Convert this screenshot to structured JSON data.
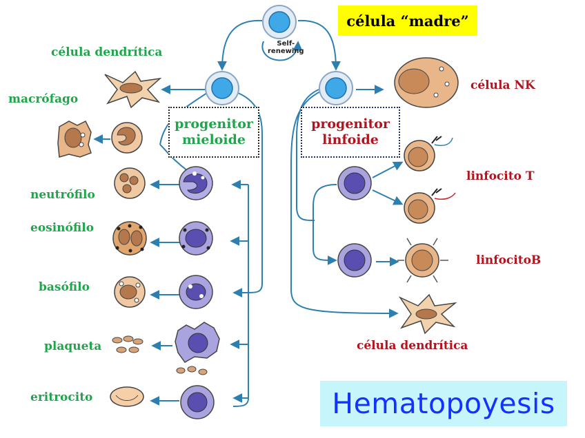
{
  "title": "célula “madre”",
  "self_renewing": [
    "Self-",
    "renewing"
  ],
  "myeloid_box": [
    "progenitor",
    "mieloide"
  ],
  "lymphoid_box": [
    "progenitor",
    "linfoide"
  ],
  "footer_title": "Hematopoyesis",
  "left_labels": {
    "dendritic": "célula dendrítica",
    "macrophage": "macrófago",
    "neutrophil": "neutrófilo",
    "eosinophil": "eosinófilo",
    "basophil": "basófilo",
    "platelet": "plaqueta",
    "erythrocyte": "eritrocito"
  },
  "right_labels": {
    "nk": "célula NK",
    "t_cell": "linfocito T",
    "b_cell": "linfocitoB",
    "dendritic": "célula dendrítica"
  },
  "colors": {
    "green_text": "#1fa64b",
    "red_text": "#b0141e",
    "arrow": "#2d7fb0",
    "stem_cell": "#3fa9e8",
    "progenitor_purple": "#5a4fb0",
    "mature_tan": "#e9b68a"
  }
}
